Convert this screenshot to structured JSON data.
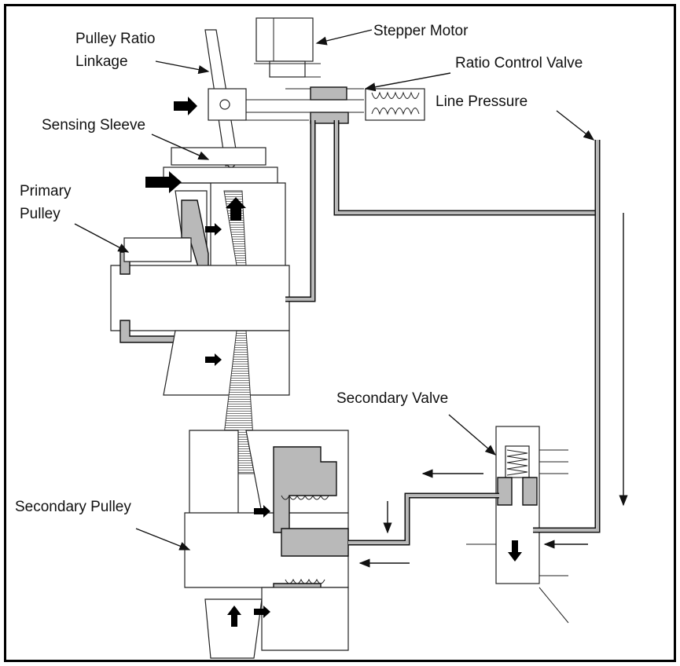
{
  "labels": {
    "pulley_ratio_linkage_1": "Pulley Ratio",
    "pulley_ratio_linkage_2": "Linkage",
    "stepper_motor": "Stepper Motor",
    "ratio_control_valve": "Ratio Control Valve",
    "line_pressure": "Line Pressure",
    "sensing_sleeve": "Sensing Sleeve",
    "primary_pulley_1": "Primary",
    "primary_pulley_2": "Pulley",
    "secondary_valve": "Secondary Valve",
    "secondary_pulley": "Secondary Pulley"
  },
  "colors": {
    "oil": "#b9b9b9",
    "line": "#111111",
    "background": "#ffffff"
  }
}
